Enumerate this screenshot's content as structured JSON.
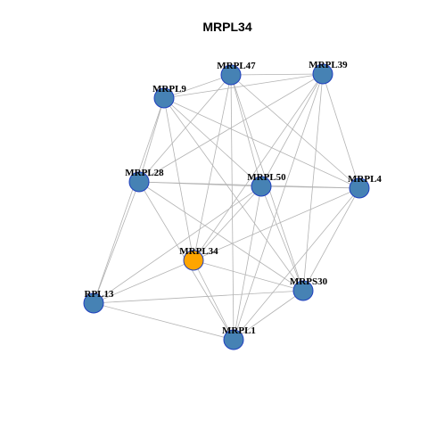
{
  "title": "MRPL34",
  "colors": {
    "node_default": "#4682B4",
    "node_highlight": "#FFA500",
    "node_border": "#1F3FBF",
    "edge": "#b3b3b3"
  },
  "nodes": [
    {
      "id": "MRPL47",
      "label": "MRPL47",
      "highlight": false
    },
    {
      "id": "MRPL39",
      "label": "MRPL39",
      "highlight": false
    },
    {
      "id": "MRPL9",
      "label": "MRPL9",
      "highlight": false
    },
    {
      "id": "MRPL28",
      "label": "MRPL28",
      "highlight": false
    },
    {
      "id": "MRPL50",
      "label": "MRPL50",
      "highlight": false
    },
    {
      "id": "MRPL4",
      "label": "MRPL4",
      "highlight": false
    },
    {
      "id": "MRPL34",
      "label": "MRPL34",
      "highlight": true
    },
    {
      "id": "MRPS30",
      "label": "MRPS30",
      "highlight": false
    },
    {
      "id": "RPL13",
      "label": "RPL13",
      "highlight": false
    },
    {
      "id": "MRPL1",
      "label": "MRPL1",
      "highlight": false
    }
  ],
  "edges": [
    [
      "MRPL47",
      "MRPL39"
    ],
    [
      "MRPL47",
      "MRPL9"
    ],
    [
      "MRPL47",
      "MRPL28"
    ],
    [
      "MRPL47",
      "MRPL50"
    ],
    [
      "MRPL47",
      "MRPL4"
    ],
    [
      "MRPL47",
      "MRPL34"
    ],
    [
      "MRPL47",
      "MRPS30"
    ],
    [
      "MRPL47",
      "MRPL1"
    ],
    [
      "MRPL39",
      "MRPL9"
    ],
    [
      "MRPL39",
      "MRPL28"
    ],
    [
      "MRPL39",
      "MRPL50"
    ],
    [
      "MRPL39",
      "MRPL4"
    ],
    [
      "MRPL39",
      "MRPL34"
    ],
    [
      "MRPL39",
      "MRPS30"
    ],
    [
      "MRPL39",
      "MRPL1"
    ],
    [
      "MRPL9",
      "MRPL28"
    ],
    [
      "MRPL9",
      "MRPL50"
    ],
    [
      "MRPL9",
      "MRPL4"
    ],
    [
      "MRPL9",
      "MRPL34"
    ],
    [
      "MRPL9",
      "MRPS30"
    ],
    [
      "MRPL9",
      "RPL13"
    ],
    [
      "MRPL28",
      "MRPL50"
    ],
    [
      "MRPL28",
      "MRPL4"
    ],
    [
      "MRPL28",
      "MRPS30"
    ],
    [
      "MRPL28",
      "RPL13"
    ],
    [
      "MRPL28",
      "MRPL1"
    ],
    [
      "MRPL50",
      "MRPL4"
    ],
    [
      "MRPL50",
      "MRPL34"
    ],
    [
      "MRPL50",
      "MRPS30"
    ],
    [
      "MRPL50",
      "RPL13"
    ],
    [
      "MRPL50",
      "MRPL1"
    ],
    [
      "MRPL4",
      "MRPL34"
    ],
    [
      "MRPL4",
      "MRPS30"
    ],
    [
      "MRPL4",
      "MRPL1"
    ],
    [
      "MRPL34",
      "RPL13"
    ],
    [
      "MRPL34",
      "MRPS30"
    ],
    [
      "MRPL34",
      "MRPL1"
    ],
    [
      "MRPS30",
      "RPL13"
    ],
    [
      "MRPS30",
      "MRPL1"
    ],
    [
      "RPL13",
      "MRPL1"
    ]
  ]
}
